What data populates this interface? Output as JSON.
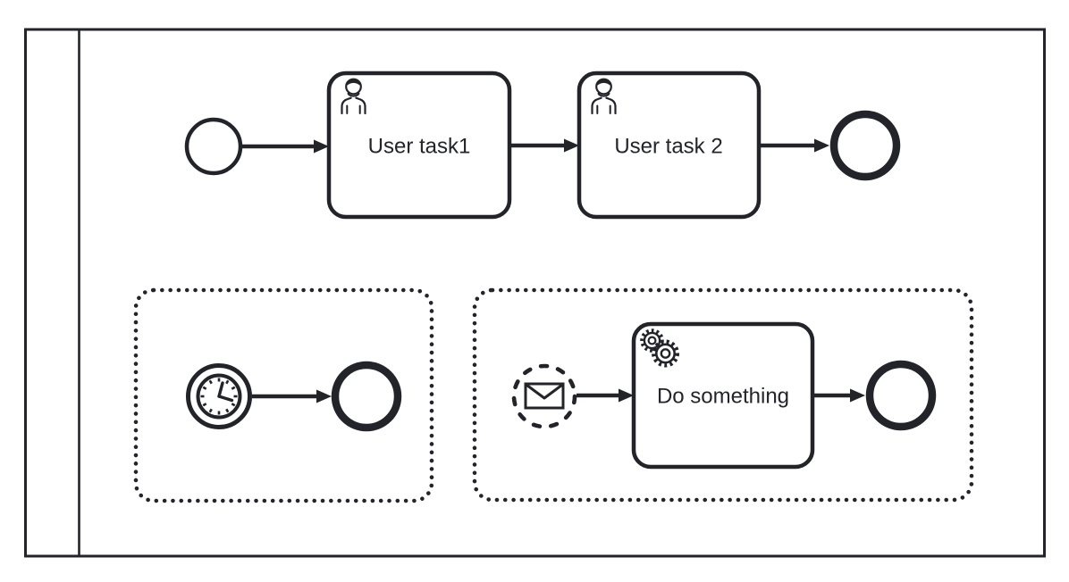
{
  "colors": {
    "stroke": "#22242a",
    "background": "#ffffff",
    "shape_fill": "#ffffff"
  },
  "pool": {
    "label": "",
    "has_lane_band": true
  },
  "nodes": {
    "start": {
      "type": "start-event"
    },
    "task1": {
      "label": "User task1",
      "type": "user-task",
      "icon": "user-icon"
    },
    "task2": {
      "label": "User task 2",
      "type": "user-task",
      "icon": "user-icon"
    },
    "end_main": {
      "type": "end-event"
    },
    "timer_start": {
      "type": "timer-start-event",
      "icon": "timer-clock-icon"
    },
    "end_timer": {
      "type": "end-event"
    },
    "message_start": {
      "type": "message-start-event-non-interrupting",
      "icon": "message-envelope-icon",
      "border": "dashed"
    },
    "task3": {
      "label": "Do something",
      "type": "service-task",
      "icon": "service-gears-icon"
    },
    "end_message": {
      "type": "end-event"
    }
  },
  "containers": {
    "subprocess_timer": {
      "type": "event-subprocess",
      "border": "dotted",
      "label": ""
    },
    "subprocess_message": {
      "type": "event-subprocess",
      "border": "dotted",
      "label": ""
    }
  },
  "flows": [
    {
      "from": "start",
      "to": "task1"
    },
    {
      "from": "task1",
      "to": "task2"
    },
    {
      "from": "task2",
      "to": "end_main"
    },
    {
      "from": "timer_start",
      "to": "end_timer"
    },
    {
      "from": "message_start",
      "to": "task3"
    },
    {
      "from": "task3",
      "to": "end_message"
    }
  ]
}
